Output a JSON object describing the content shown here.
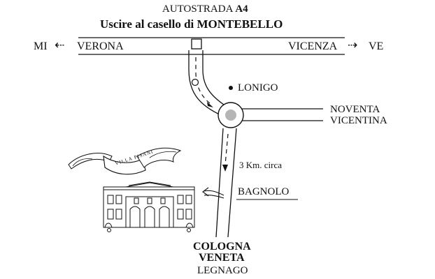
{
  "header": {
    "line1_prefix": "AUTOSTRADA",
    "line1_code": "A4",
    "line2_prefix": "Uscire al casello di",
    "line2_place": "MONTEBELLO"
  },
  "motorway": {
    "left_end": "MI",
    "left_city": "VERONA",
    "right_city": "VICENZA",
    "right_end": "VE"
  },
  "places": {
    "lonigo": "LONIGO",
    "noventa_line1": "NOVENTA",
    "noventa_line2": "VICENTINA",
    "distance_note": "3 Km. circa",
    "bagnolo": "BAGNOLO",
    "cologna_line1": "COLOGNA",
    "cologna_line2": "VENETA",
    "legnago": "LEGNAGO"
  },
  "banner_text": "VILLA PISANI",
  "colors": {
    "ink": "#111111",
    "roundabout_fill": "#b5b5b5",
    "background": "#ffffff"
  },
  "icons": [
    "arrow-left-icon",
    "arrow-right-icon",
    "roundabout-icon",
    "villa-illustration",
    "banner-ribbon"
  ]
}
